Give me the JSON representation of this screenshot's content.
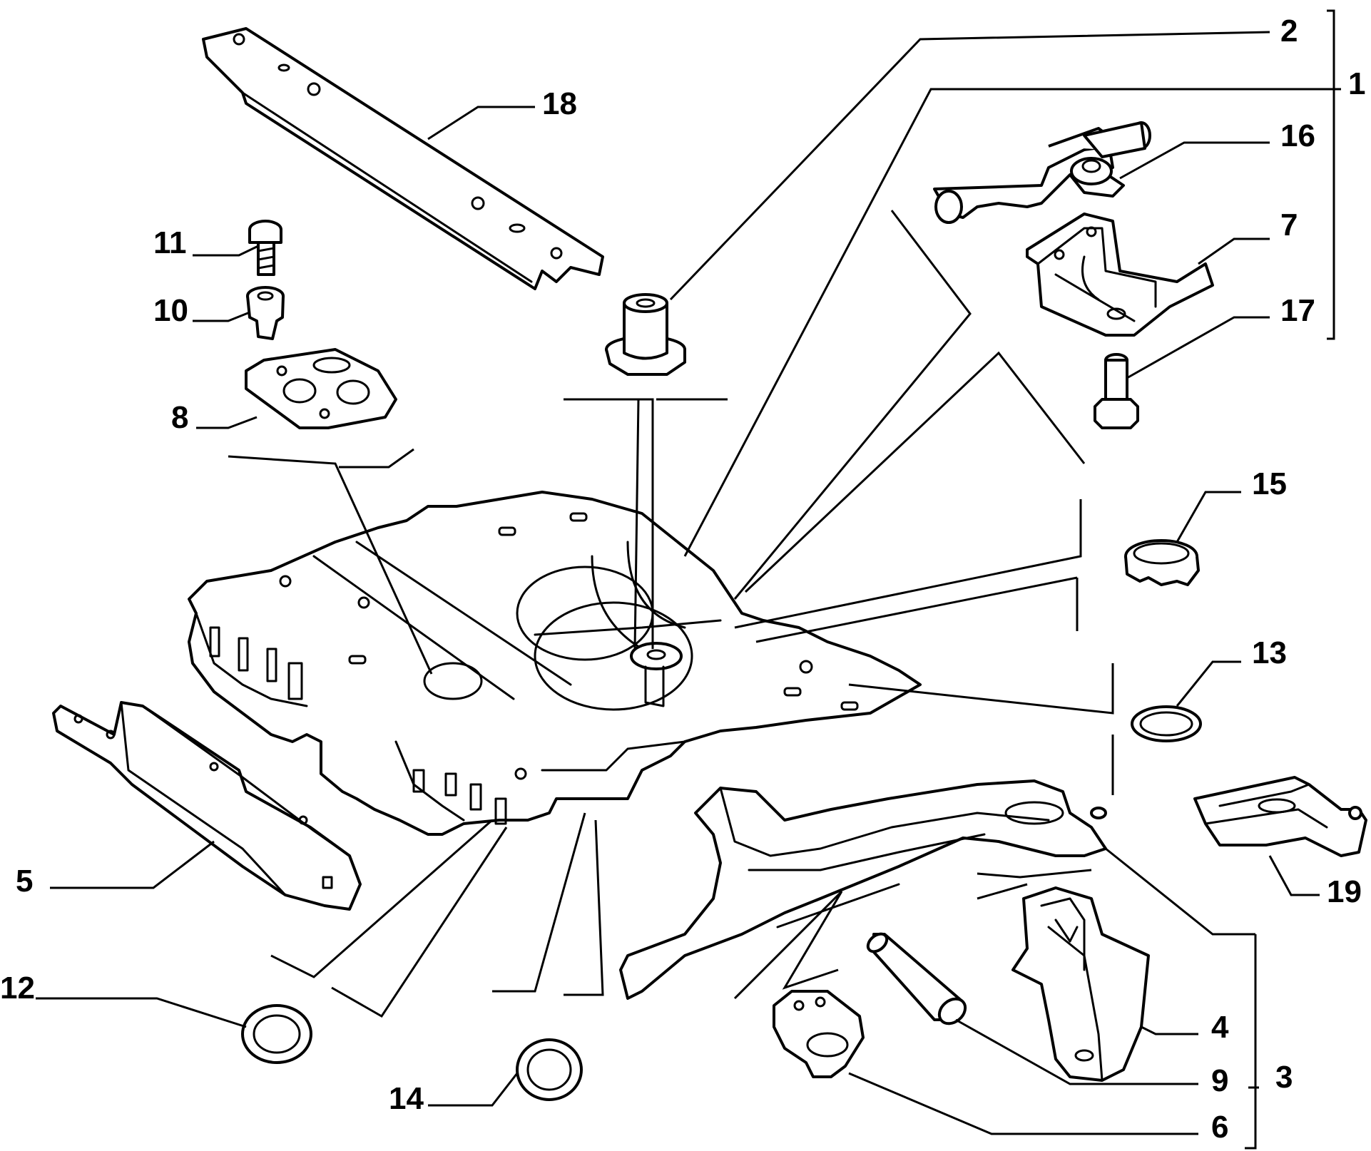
{
  "diagram": {
    "callouts": {
      "c1": "1",
      "c2": "2",
      "c3": "3",
      "c4": "4",
      "c5": "5",
      "c6": "6",
      "c7": "7",
      "c8": "8",
      "c9": "9",
      "c10": "10",
      "c11": "11",
      "c12": "12",
      "c13": "13",
      "c14": "14",
      "c15": "15",
      "c16": "16",
      "c17": "17",
      "c18": "18",
      "c19": "19"
    }
  }
}
